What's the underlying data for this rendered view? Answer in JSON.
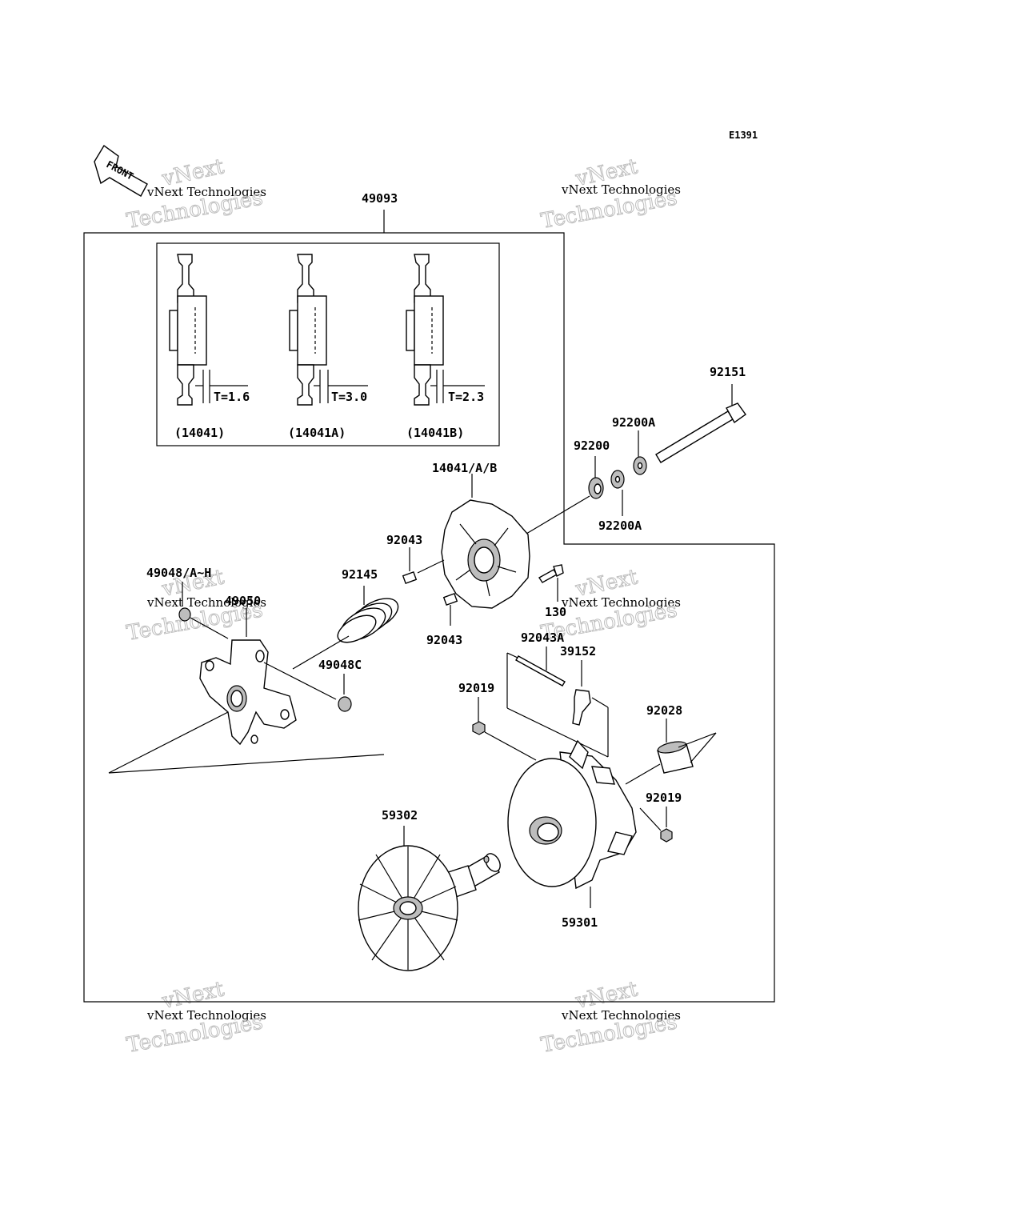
{
  "diagram": {
    "ref_code": "E1391",
    "front_label": "FRONT",
    "watermark": {
      "line1": "vNext Technologies",
      "line2": "Technologies",
      "line3": "vNext"
    },
    "inset": {
      "shims": [
        {
          "thickness": "T=1.6",
          "part": "(14041)"
        },
        {
          "thickness": "T=3.0",
          "part": "(14041A)"
        },
        {
          "thickness": "T=2.3",
          "part": "(14041B)"
        }
      ]
    },
    "labels": {
      "p49093": "49093",
      "p92151": "92151",
      "p92200A_top": "92200A",
      "p92200": "92200",
      "p92200A_bottom": "92200A",
      "p14041AB": "14041/A/B",
      "p92043_top": "92043",
      "p92145": "92145",
      "p49048AH": "49048/A~H",
      "p49050": "49050",
      "p130": "130",
      "p92043_bottom": "92043",
      "p49048C": "49048C",
      "p92043A": "92043A",
      "p39152": "39152",
      "p92019_left": "92019",
      "p92028": "92028",
      "p92019_right": "92019",
      "p59302": "59302",
      "p59301": "59301"
    }
  }
}
